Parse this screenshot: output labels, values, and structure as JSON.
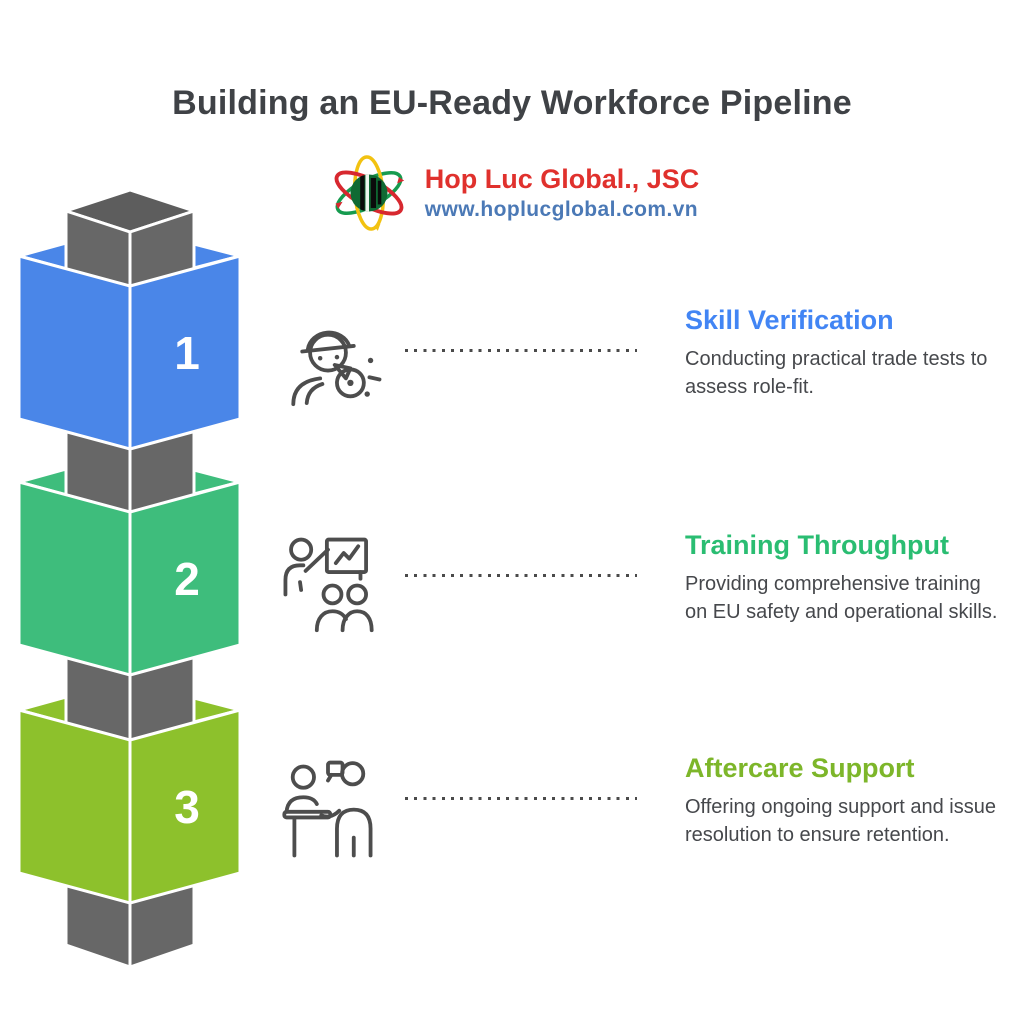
{
  "title": "Building an EU-Ready Workforce Pipeline",
  "logo": {
    "company_name": "Hop Luc Global., JSC",
    "website": "www.hoplucglobal.com.vn",
    "icon": "atom-orbits-logo",
    "colors": {
      "company_text": "#e0312d",
      "website_text": "#4b79b6",
      "orbit_red": "#d7282f",
      "orbit_green": "#169b4f",
      "orbit_yellow": "#f2c211",
      "core_green": "#0f6a33"
    }
  },
  "pillar": {
    "side_color": "#676767",
    "top_color": "#5d5d5d"
  },
  "connector": {
    "style": "dotted",
    "color": "#4a4a4a"
  },
  "steps": [
    {
      "number": "1",
      "heading": "Skill Verification",
      "heading_color": "#4285f4",
      "cube_color": "#4a86e8",
      "icon": "worker-whistle-icon",
      "description_lines": [
        "Conducting practical trade tests to",
        "assess role-fit."
      ]
    },
    {
      "number": "2",
      "heading": "Training Throughput",
      "heading_color": "#2abd72",
      "cube_color": "#3ebd7c",
      "icon": "trainer-presentation-icon",
      "description_lines": [
        "Providing comprehensive training",
        "on EU safety and operational skills."
      ]
    },
    {
      "number": "3",
      "heading": "Aftercare Support",
      "heading_color": "#7db62a",
      "cube_color": "#8dc12c",
      "icon": "support-desk-icon",
      "description_lines": [
        "Offering ongoing support and issue",
        "resolution to ensure retention."
      ]
    }
  ]
}
